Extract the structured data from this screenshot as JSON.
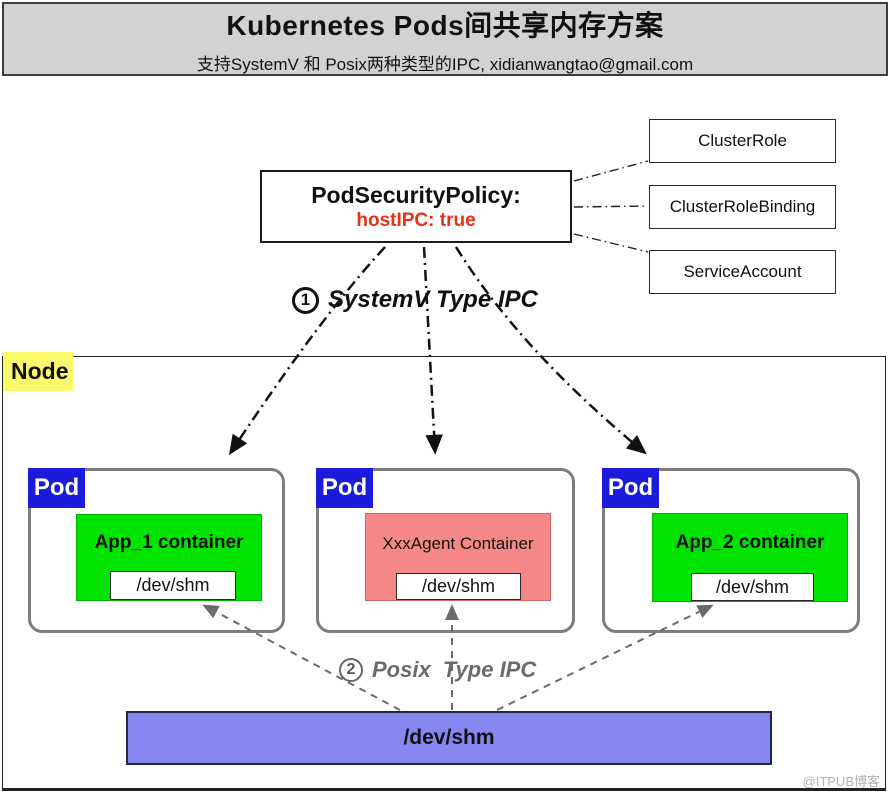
{
  "header": {
    "title": "Kubernetes Pods间共享内存方案",
    "subtitle": "支持SystemV 和 Posix两种类型的IPC, xidianwangtao@gmail.com"
  },
  "psp": {
    "title": "PodSecurityPolicy:",
    "value": "hostIPC: true",
    "value_color": "#ea3116"
  },
  "rbac": [
    "ClusterRole",
    "ClusterRoleBinding",
    "ServiceAccount"
  ],
  "steps": [
    {
      "num": "1",
      "text": "SystemV Type IPC",
      "color": "#111111"
    },
    {
      "num": "2",
      "text": "Posix  Type IPC",
      "color": "#6b6b6b"
    }
  ],
  "node": {
    "label": "Node",
    "label_bg": "#f9f96b"
  },
  "pods": [
    {
      "tag": "Pod",
      "container": "App_1 container",
      "shm": "/dev/shm",
      "container_color": "#00e400"
    },
    {
      "tag": "Pod",
      "container": "XxxAgent Container",
      "shm": "/dev/shm",
      "container_color": "#f58787"
    },
    {
      "tag": "Pod",
      "container": "App_2 container",
      "shm": "/dev/shm",
      "container_color": "#00e400"
    }
  ],
  "host_shm": {
    "label": "/dev/shm",
    "bg": "#8686f1"
  },
  "watermark": "@ITPUB博客",
  "colors": {
    "header_bg": "#d2d2d2",
    "pod_tag_bg": "#1b1bdb",
    "node_label_bg": "#f9f96b",
    "arrow_black": "#111111",
    "arrow_gray": "#6b6b6b"
  }
}
